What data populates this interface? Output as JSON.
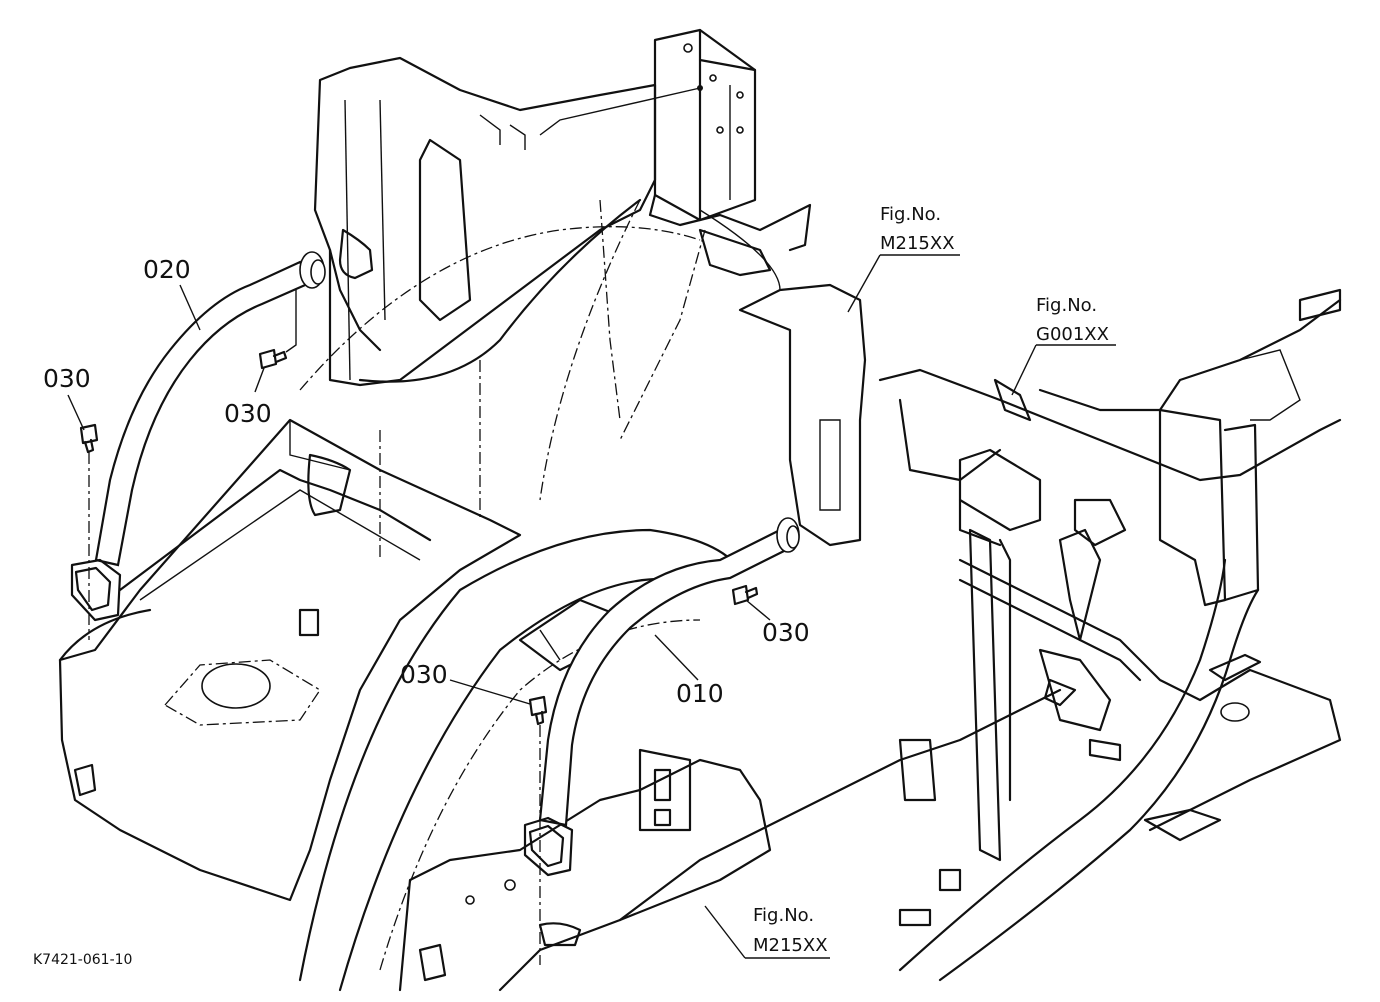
{
  "callouts": {
    "c020": "020",
    "c030_left": "030",
    "c030_upper": "030",
    "c030_mid": "030",
    "c030_right": "030",
    "c010": "010"
  },
  "figure_refs": {
    "m215_top": {
      "prefix": "Fig.No.",
      "number": "M215XX"
    },
    "g001": {
      "prefix": "Fig.No.",
      "number": "G001XX"
    },
    "m215_bottom": {
      "prefix": "Fig.No.",
      "number": "M215XX"
    }
  },
  "drawing_code": "K7421-061-10"
}
